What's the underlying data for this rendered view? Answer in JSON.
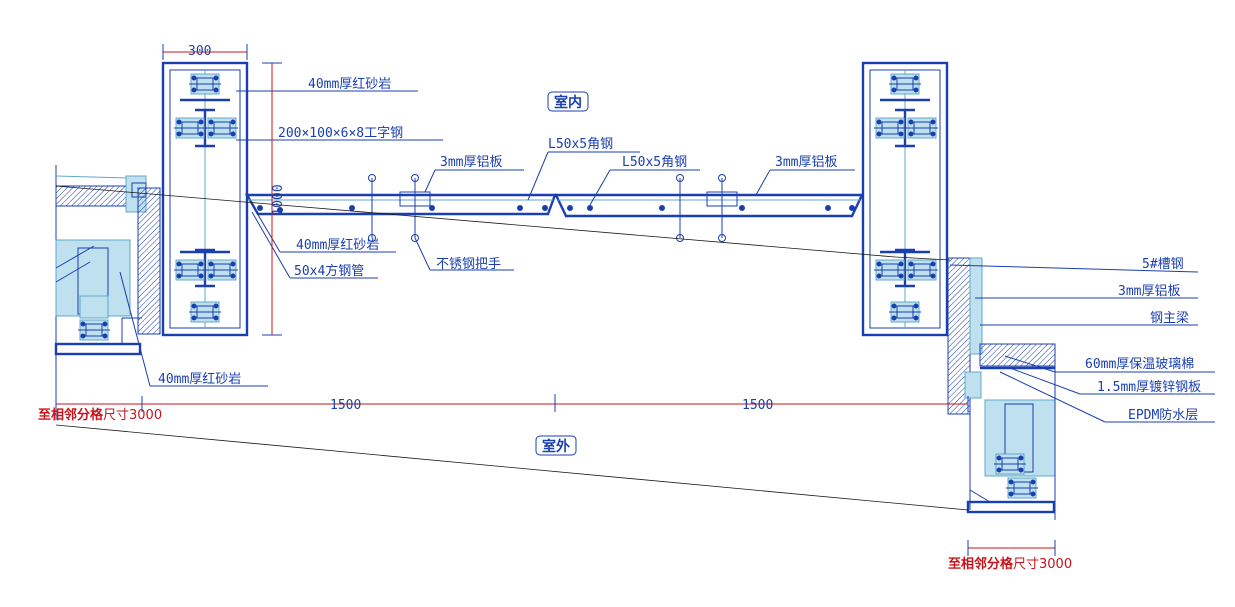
{
  "rooms": {
    "inside": "室内",
    "outside": "室外"
  },
  "dims": {
    "top_width": "300",
    "height": "1000",
    "span_left": "1500",
    "span_right": "1500",
    "grid_left_red": "至相邻分格",
    "grid_left_num": "尺寸3000",
    "grid_right_red": "至相邻分格",
    "grid_right_num": "尺寸3000"
  },
  "labels": {
    "sandstone_top": "40mm厚红砂岩",
    "ibeam": "200×100×6×8工字钢",
    "angle_1": "L50x5角钢",
    "alu_1": "3mm厚铝板",
    "angle_2": "L50x5角钢",
    "alu_2": "3mm厚铝板",
    "sandstone_mid": "40mm厚红砂岩",
    "square_tube": "50x4方钢管",
    "handle": "不锈钢把手",
    "sandstone_bottom": "40mm厚红砂岩",
    "channel": "5#槽钢",
    "alu_3": "3mm厚铝板",
    "main_beam": "钢主梁",
    "glasswool": "60mm厚保温玻璃棉",
    "galv": "1.5mm厚镀锌钢板",
    "epdm": "EPDM防水层"
  },
  "colors": {
    "line": "#1a3fb0",
    "dim_red": "#c8141a",
    "fill_cyan": "#5fa8c8"
  }
}
